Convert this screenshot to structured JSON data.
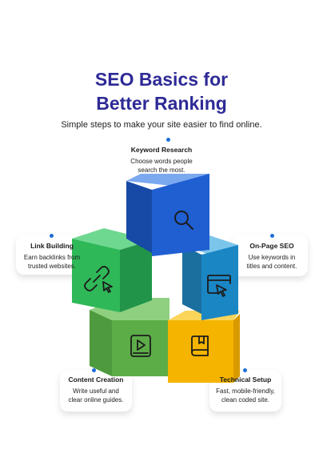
{
  "header": {
    "title_line1": "SEO Basics for",
    "title_line2": "Better Ranking",
    "subtitle": "Simple steps to make your site easier to find online."
  },
  "steps": [
    {
      "title": "Keyword Research",
      "desc_line1": "Choose words people",
      "desc_line2": "search the most.",
      "color": "#1f5fd1",
      "icon": "search-icon"
    },
    {
      "title": "On-Page SEO",
      "desc_line1": "Use keywords in",
      "desc_line2": "titles and content.",
      "color": "#1b86c4",
      "icon": "cursor-window-icon"
    },
    {
      "title": "Technical Setup",
      "desc_line1": "Fast, mobile-friendly,",
      "desc_line2": "clean coded site.",
      "color": "#f4b400",
      "icon": "book-icon"
    },
    {
      "title": "Content Creation",
      "desc_line1": "Write useful and",
      "desc_line2": "clear online guides.",
      "color": "#5cac48",
      "icon": "video-file-icon"
    },
    {
      "title": "Link Building",
      "desc_line1": "Earn backlinks from",
      "desc_line2": "trusted websites.",
      "color": "#2fb858",
      "icon": "link-cursor-icon"
    }
  ]
}
